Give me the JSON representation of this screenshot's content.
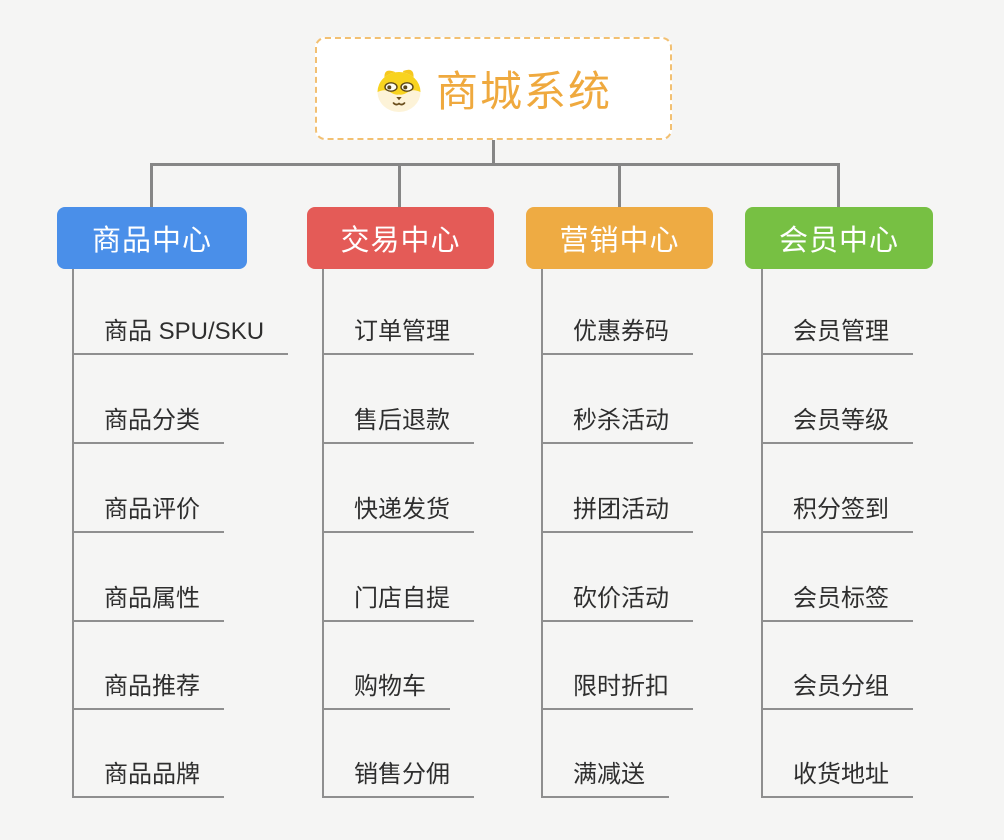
{
  "root": {
    "title": "商城系统",
    "icon": "dog-face"
  },
  "branches": [
    {
      "label": "商品中心",
      "color": "#4a8fe9",
      "items": [
        "商品 SPU/SKU",
        "商品分类",
        "商品评价",
        "商品属性",
        "商品推荐",
        "商品品牌"
      ]
    },
    {
      "label": "交易中心",
      "color": "#e45b57",
      "items": [
        "订单管理",
        "售后退款",
        "快递发货",
        "门店自提",
        "购物车",
        "销售分佣"
      ]
    },
    {
      "label": "营销中心",
      "color": "#eeab43",
      "items": [
        "优惠券码",
        "秒杀活动",
        "拼团活动",
        "砍价活动",
        "限时折扣",
        "满减送"
      ]
    },
    {
      "label": "会员中心",
      "color": "#77c043",
      "items": [
        "会员管理",
        "会员等级",
        "积分签到",
        "会员标签",
        "会员分组",
        "收货地址"
      ]
    }
  ],
  "colors": {
    "background": "#f5f5f4",
    "root_border": "#f2c072",
    "root_text": "#efa93e",
    "connector": "#868686",
    "leaf_underline": "#8f8f8f",
    "leaf_text": "#2e2e2e"
  }
}
